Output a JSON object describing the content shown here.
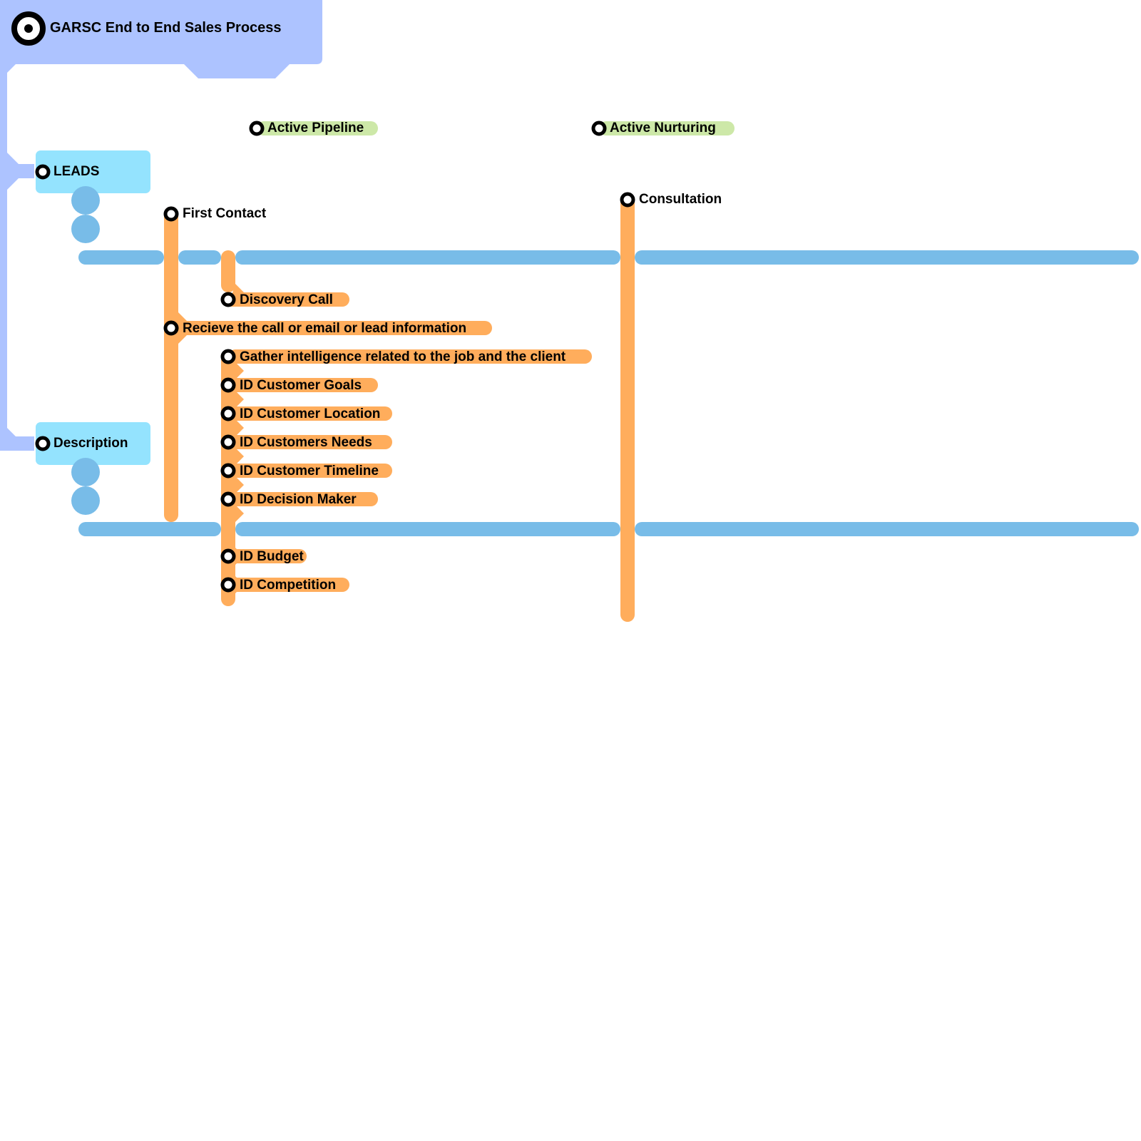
{
  "title": "GARSC End to End Sales Process",
  "colors": {
    "root": "#adc3ff",
    "category_box": "#94e3fe",
    "lane": "#78bce8",
    "branch": "#ffad5c",
    "status": "#cde8a8",
    "node": "#000000"
  },
  "categories": [
    {
      "id": "leads",
      "label": "LEADS"
    },
    {
      "id": "description",
      "label": "Description"
    }
  ],
  "statuses": [
    {
      "id": "active-pipeline",
      "label": "Active Pipeline"
    },
    {
      "id": "active-nurturing",
      "label": "Active Nurturing"
    }
  ],
  "stages": [
    {
      "id": "first-contact",
      "label": "First Contact"
    },
    {
      "id": "consultation",
      "label": "Consultation"
    }
  ],
  "first_contact_items": [
    {
      "label": "Recieve the call or email or lead information"
    }
  ],
  "discovery": {
    "label": "Discovery Call",
    "items": [
      {
        "label": "Gather intelligence related to the job and the client"
      },
      {
        "label": "ID Customer Goals"
      },
      {
        "label": "ID Customer Location"
      },
      {
        "label": "ID Customers Needs"
      },
      {
        "label": "ID Customer Timeline"
      },
      {
        "label": "ID Decision Maker"
      },
      {
        "label": "ID Budget"
      },
      {
        "label": "ID Competition"
      }
    ]
  }
}
